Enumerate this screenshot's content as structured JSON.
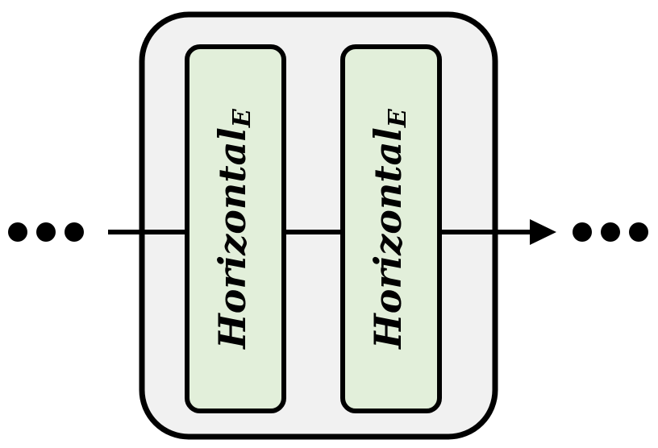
{
  "diagram": {
    "blocks": [
      {
        "label": "Horizontal",
        "subscript": "E"
      },
      {
        "label": "Horizontal",
        "subscript": "E"
      }
    ],
    "ellipsis_left": "•••",
    "ellipsis_right": "•••"
  },
  "colors": {
    "container_fill": "#f1f1f1",
    "block_fill": "#e2efda",
    "stroke": "#000000"
  }
}
